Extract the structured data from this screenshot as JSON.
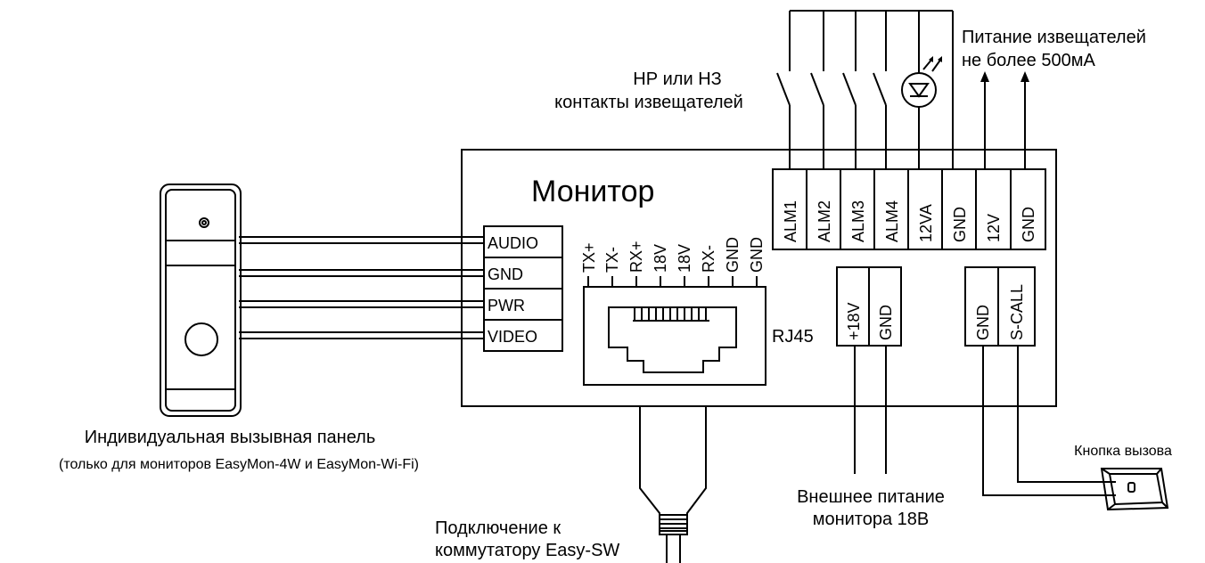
{
  "monitor": {
    "title": "Монитор",
    "left_terminals": [
      "AUDIO",
      "GND",
      "PWR",
      "VIDEO"
    ],
    "rj45_pins": [
      "TX+",
      "TX-",
      "RX+",
      "18V",
      "18V",
      "RX-",
      "GND",
      "GND"
    ],
    "rj45_label": "RJ45",
    "top_terminals": [
      "ALM1",
      "ALM2",
      "ALM3",
      "ALM4",
      "12VA",
      "GND",
      "12V",
      "GND"
    ],
    "power_terminals": [
      "+18V",
      "GND"
    ],
    "call_terminals": [
      "GND",
      "S-CALL"
    ]
  },
  "labels": {
    "contacts_line1": "НР или НЗ",
    "contacts_line2": "контакты извещателей",
    "sensor_power_line1": "Питание извещателей",
    "sensor_power_line2": "не более 500мА",
    "panel_title": "Индивидуальная вызывная панель",
    "panel_note": "(только для мониторов EasyMon-4W и EasyMon-Wi-Fi)",
    "switch_line1": "Подключение к",
    "switch_line2": "коммутатору Easy-SW",
    "ext_power_line1": "Внешнее питание",
    "ext_power_line2": "монитора 18В",
    "call_button": "Кнопка вызова"
  }
}
